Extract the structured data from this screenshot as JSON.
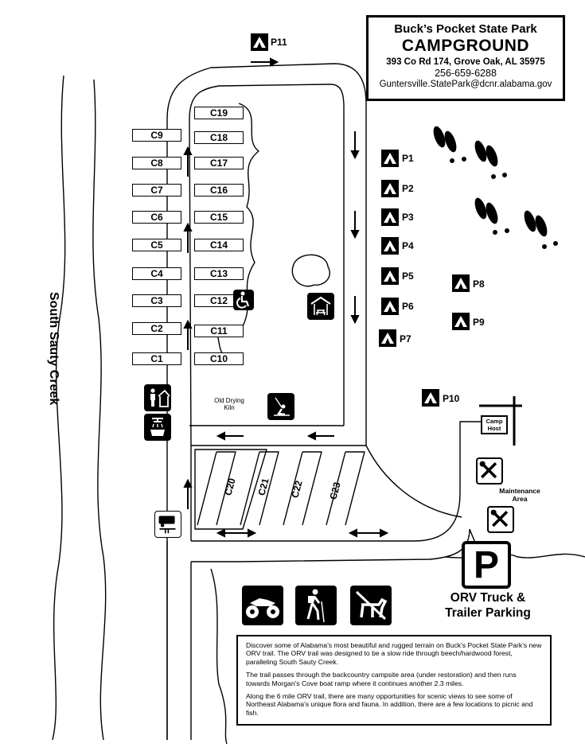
{
  "header": {
    "park_name": "Buck’s Pocket State Park",
    "title": "CAMPGROUND",
    "address": "393 Co Rd 174, Grove Oak, AL 35975",
    "phone": "256-659-6288",
    "email": "Guntersville.StatePark@dcnr.alabama.gov"
  },
  "creek_label": "South Sauty Creek",
  "sites_left": [
    "C9",
    "C8",
    "C7",
    "C6",
    "C5",
    "C4",
    "C3",
    "C2",
    "C1"
  ],
  "sites_right": [
    "C19",
    "C18",
    "C17",
    "C16",
    "C15",
    "C14",
    "C13",
    "C12",
    "C11",
    "C10"
  ],
  "sites_angled": [
    "C20",
    "C21",
    "C22",
    "C23"
  ],
  "primitive_sites": [
    "P11",
    "P1",
    "P2",
    "P3",
    "P4",
    "P5",
    "P6",
    "P7",
    "P8",
    "P9",
    "P10"
  ],
  "labels": {
    "old_kiln": "Old Drying Kiln",
    "camp_host": "Camp Host",
    "maintenance": "Maintenance Area",
    "orv_parking_line1": "ORV Truck &",
    "orv_parking_line2": "Trailer Parking",
    "parking_letter": "P"
  },
  "icons": [
    "tent-icon",
    "accessible-icon",
    "picnic-shelter-icon",
    "playground-swing-icon",
    "restroom-icon",
    "shower-icon",
    "rv-dump-station-icon",
    "tools-icon",
    "parking-icon",
    "atv-icon",
    "hiker-icon",
    "no-dogs-icon",
    "deer-tracks-icon"
  ],
  "info_text": {
    "p1": "Discover some of Alabama's most beautiful and rugged terrain on Buck's Pocket State Park's new ORV trail.  The ORV trail was designed to be a slow ride through beech/hardwood forest, paralleling South Sauty Creek.",
    "p2": "The trail passes through the backcountry campsite area (under restoration) and then runs towards Morgan's Cove boat ramp where it continues another 2.3 miles.",
    "p3": "Along the 6 mile ORV trail, there are many opportunities for scenic views to see some of Northeast Alabama's unique flora and fauna. In addition, there are a few locations to picnic and fish."
  }
}
